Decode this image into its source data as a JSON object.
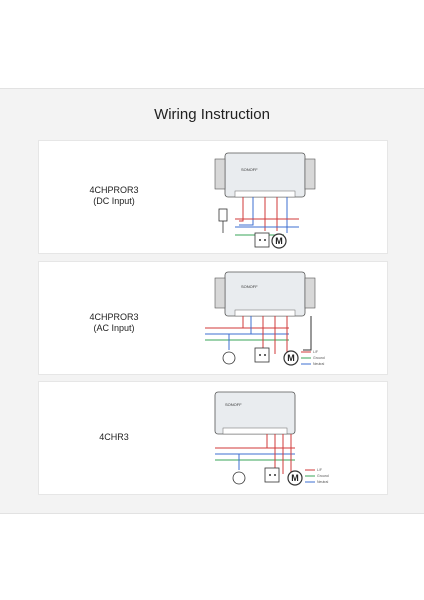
{
  "page": {
    "title": "Wiring Instruction"
  },
  "sections": [
    {
      "model": "4CHPROR3",
      "input": "(DC Input)",
      "device_brand": "SONOFF",
      "legend": []
    },
    {
      "model": "4CHPROR3",
      "input": "(AC Input)",
      "device_brand": "SONOFF",
      "legend": [
        "L/F",
        "Ground",
        "Neutral"
      ]
    },
    {
      "model": "4CHR3",
      "input": "",
      "device_brand": "SONOFF",
      "legend": [
        "L/F",
        "Ground",
        "Neutral"
      ]
    }
  ],
  "motor_symbol": "M",
  "colors": {
    "live": "#d23a3a",
    "neutral": "#3c6fd1",
    "ground": "#3aa55a",
    "device": "#e9ecef"
  }
}
